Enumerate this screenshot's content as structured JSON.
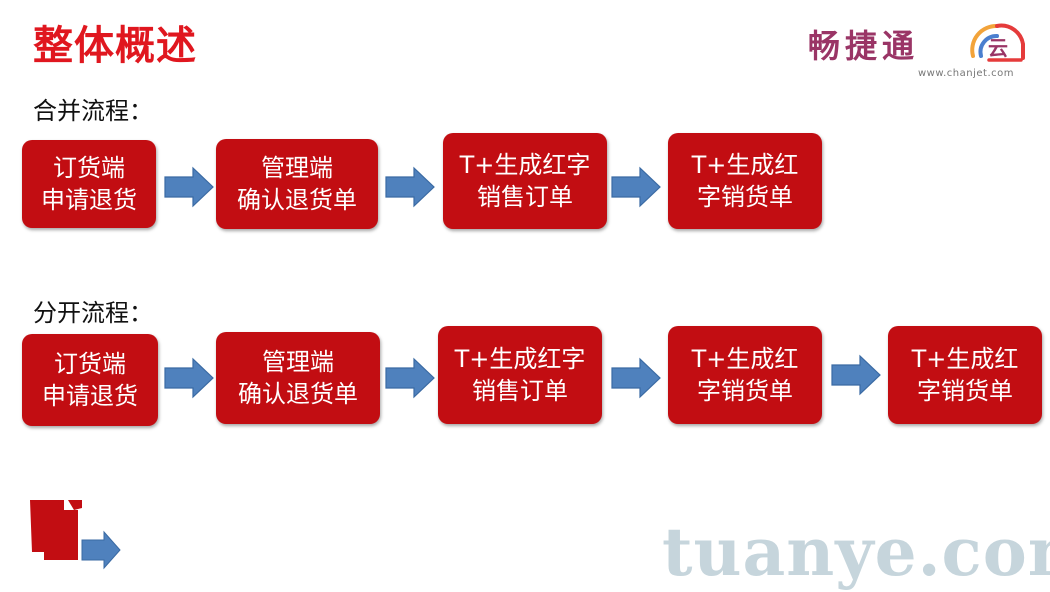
{
  "title": "整体概述",
  "brand": {
    "name": "畅捷通",
    "cloud_char": "云",
    "url": "www.chanjet.com",
    "colors": {
      "name": "#9a3566",
      "arc_orange": "#f2a33a",
      "arc_red": "#e53b3b",
      "arc_blue": "#4b7fcf"
    }
  },
  "merged": {
    "label": "合并流程：",
    "steps": [
      {
        "line1": "订货端",
        "line2": "申请退货"
      },
      {
        "line1": "管理端",
        "line2": "确认退货单"
      },
      {
        "line1": "T+生成红字",
        "line2": "销售订单"
      },
      {
        "line1": "T+生成红",
        "line2": "字销货单"
      }
    ]
  },
  "separate": {
    "label": "分开流程：",
    "steps": [
      {
        "line1": "订货端",
        "line2": "申请退货"
      },
      {
        "line1": "管理端",
        "line2": "确认退货单"
      },
      {
        "line1": "T+生成红字",
        "line2": "销售订单"
      },
      {
        "line1": "T+生成红",
        "line2": "字销货单"
      },
      {
        "line1": "T+生成红",
        "line2": "字销货单"
      }
    ]
  },
  "watermark": "tuanye.com",
  "colors": {
    "box": "#c20d12",
    "arrow": "#4f81bd",
    "title": "#e0171f",
    "watermark": "#c6d5dc"
  },
  "icons": [
    "arrow-right-icon",
    "cloud-icon"
  ]
}
